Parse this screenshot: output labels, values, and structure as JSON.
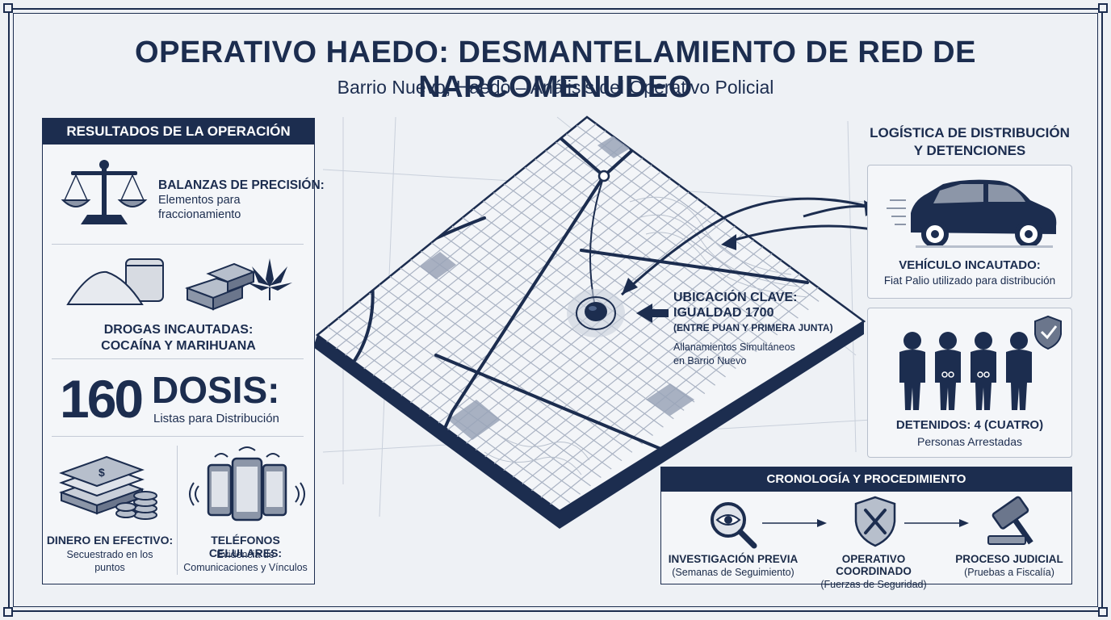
{
  "header": {
    "title": "OPERATIVO HAEDO: DESMANTELAMIENTO DE RED DE NARCOMENUDEO",
    "subtitle": "Barrio Nuevo, Haedo – Análisis del Operativo Policial"
  },
  "results": {
    "heading": "RESULTADOS DE LA OPERACIÓN",
    "scales": {
      "title": "BALANZAS DE PRECISIÓN:",
      "desc1": "Elementos para",
      "desc2": "fraccionamiento"
    },
    "drugs": {
      "title": "DROGAS INCAUTADAS:",
      "desc": "COCAÍNA Y MARIHUANA"
    },
    "doses": {
      "number": "160",
      "word": "DOSIS:",
      "desc": "Listas para Distribución"
    },
    "cash": {
      "title": "DINERO EN EFECTIVO:",
      "desc1": "Secuestrado en los",
      "desc2": "puntos"
    },
    "phones": {
      "title": "TELÉFONOS CELULARES:",
      "desc1": "Evidencia de",
      "desc2": "Comunicaciones y Vínculos"
    }
  },
  "map": {
    "location_title": "UBICACIÓN CLAVE:",
    "address": "IGUALDAD 1700",
    "between": "(ENTRE PUAN Y PRIMERA JUNTA)",
    "raids1": "Allanamientos Simultáneos",
    "raids2": "en Barrio Nuevo"
  },
  "logistics": {
    "heading1": "LOGÍSTICA DE DISTRIBUCIÓN",
    "heading2": "Y DETENCIONES",
    "vehicle_title": "VEHÍCULO INCAUTADO:",
    "vehicle_desc": "Fiat Palio utilizado para distribución",
    "detained_title": "DETENIDOS: 4 (CUATRO)",
    "detained_desc": "Personas Arrestadas"
  },
  "timeline": {
    "heading": "CRONOLOGÍA Y PROCEDIMIENTO",
    "steps": [
      {
        "title": "INVESTIGACIÓN PREVIA",
        "desc": "(Semanas de Seguimiento)"
      },
      {
        "title": "OPERATIVO COORDINADO",
        "desc": "(Fuerzas de Seguridad)"
      },
      {
        "title": "PROCESO JUDICIAL",
        "desc": "(Pruebas a Fiscalía)"
      }
    ]
  },
  "colors": {
    "navy": "#1c2d4f",
    "background": "#eef1f5",
    "map_block": "#dde2ea",
    "map_dark": "#a7b0c1"
  },
  "icons": [
    "scales-icon",
    "powder-pile-icon",
    "cannabis-leaf-icon",
    "brick-package-icon",
    "cash-stack-icon",
    "smartphone-icon",
    "car-icon",
    "handcuffed-person-icon",
    "shield-check-icon",
    "magnifier-eye-icon",
    "crossed-weapons-shield-icon",
    "gavel-icon"
  ]
}
